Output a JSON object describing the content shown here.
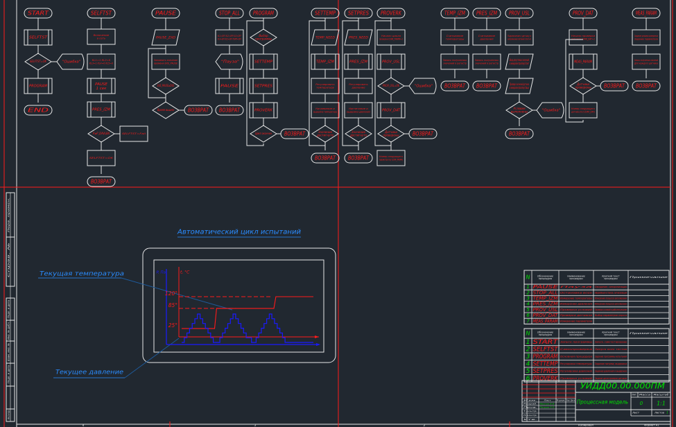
{
  "colors": {
    "background": "#212830",
    "line": "#e8e8e8",
    "red": "#ff1a1a",
    "green": "#00e000",
    "blue": "#1a1aff",
    "cyan_blue": "#2a8cff"
  },
  "flowcharts": [
    {
      "id": "start",
      "title": "START",
      "nodes": [
        {
          "type": "subproc",
          "text": "SELFTST"
        },
        {
          "type": "decision",
          "text": "SELFTST=OK",
          "side": "\"Ошибка\""
        },
        {
          "type": "subproc",
          "text": "PROGRAM"
        },
        {
          "type": "terminal",
          "text": "END"
        }
      ]
    },
    {
      "id": "selftst",
      "title": "SELFTST",
      "nodes": [
        {
          "type": "process",
          "text": "Включение в сеть"
        },
        {
          "type": "process",
          "text": "KL1=1 KL2=0 KL3=1 KL4=0 KL5=0"
        },
        {
          "type": "subproc",
          "text": "PAUSE 1 сек"
        },
        {
          "type": "subproc",
          "text": "PRES_IZM"
        },
        {
          "type": "decision",
          "text": "P≥P_DAVLEN",
          "side": "SELFTST=Fail"
        },
        {
          "type": "process",
          "text": "SELFTST=OK"
        },
        {
          "type": "terminal",
          "text": "ВОЗВРАТ"
        }
      ]
    },
    {
      "id": "pause",
      "title": "PAUSE",
      "nodes": [
        {
          "type": "io",
          "text": "PAUSE_ZAD"
        },
        {
          "type": "process",
          "text": "Запомнить значение времени EXE_PAUSE"
        },
        {
          "type": "decision",
          "text": "EXE_PAUSE≥ZAD"
        },
        {
          "type": "decision",
          "text": "Время вышло",
          "side": "ВОЗВРАТ"
        }
      ]
    },
    {
      "id": "stop_all",
      "title": "STOP_ALL",
      "nodes": [
        {
          "type": "process",
          "text": "KL1=OFF KL2=OFF KL3=OFF KL4=OFF KL5=OFF PUMP=OFF"
        },
        {
          "type": "display",
          "text": "\"Пауза\""
        },
        {
          "type": "subproc",
          "text": "PAUSE"
        },
        {
          "type": "terminal",
          "text": "ВОЗВРАТ"
        }
      ]
    },
    {
      "id": "program",
      "title": "PROGRAM",
      "nodes": [
        {
          "type": "decision",
          "text": "Выбор программы"
        },
        {
          "type": "subproc",
          "text": "SETTEMP",
          "label": "Задание температуры"
        },
        {
          "type": "subproc",
          "text": "SETPRES",
          "label": "Задание давления"
        },
        {
          "type": "subproc",
          "text": "PROVERK",
          "label": "Запуск цикла проверки"
        },
        {
          "type": "decision",
          "text": "Цикл окончен",
          "side": "ВОЗВРАТ"
        }
      ]
    },
    {
      "id": "settemp",
      "title": "SETTEMP",
      "nodes": [
        {
          "type": "io",
          "text": "TEMP_NEED"
        },
        {
          "type": "subproc",
          "text": "TEMP_IZM"
        },
        {
          "type": "process",
          "text": "Регулировать температуру"
        },
        {
          "type": "process",
          "text": "Нагревание и выдержка температуры"
        },
        {
          "type": "decision",
          "text": "Значение достигнуто"
        },
        {
          "type": "terminal",
          "text": "ВОЗВРАТ"
        }
      ]
    },
    {
      "id": "setpres",
      "title": "SETPRES",
      "nodes": [
        {
          "type": "io",
          "text": "PRES_NEED"
        },
        {
          "type": "subproc",
          "text": "PRES_IZM"
        },
        {
          "type": "process",
          "text": "Регулировать давление"
        },
        {
          "type": "process",
          "text": "Нагнетание и выдержка давления"
        },
        {
          "type": "decision",
          "text": "Значение достигнуто"
        },
        {
          "type": "terminal",
          "text": "ВОЗВРАТ"
        }
      ]
    },
    {
      "id": "proverk",
      "title": "PROVERK",
      "nodes": [
        {
          "type": "process",
          "text": "Начало цикла проверки CURR_PARAM=1"
        },
        {
          "type": "subproc",
          "text": "PROV_USL"
        },
        {
          "type": "decision",
          "text": "PROV_USL=OK",
          "side": "\"Ошибка\""
        },
        {
          "type": "subproc",
          "text": "PROV_DAT"
        },
        {
          "type": "decision",
          "text": "Датчики проверены",
          "side": "ВОЗВРАТ"
        },
        {
          "type": "process",
          "text": "Номер следующего параметра inc( CURR_PARAM)"
        }
      ]
    },
    {
      "id": "temp_izm",
      "title": "TEMP_IZM",
      "nodes": [
        {
          "type": "process",
          "text": "Считывание температуры"
        },
        {
          "type": "process",
          "text": "Запись полученных значений в регистр"
        },
        {
          "type": "terminal",
          "text": "ВОЗВРАТ"
        }
      ]
    },
    {
      "id": "pres_izm",
      "title": "PRES_IZM",
      "nodes": [
        {
          "type": "process",
          "text": "Считывание давления"
        },
        {
          "type": "process",
          "text": "Запись полученных значений в регистр"
        },
        {
          "type": "terminal",
          "text": "ВОЗВРАТ"
        }
      ]
    },
    {
      "id": "prov_usl",
      "title": "PROV_USL",
      "nodes": [
        {
          "type": "process",
          "text": "Подключение к датчику и напряжению питания Uпит=0"
        },
        {
          "type": "io",
          "text": "Ввод допустимых значений в микроконтроллер Uпит"
        },
        {
          "type": "io",
          "text": "Проверка значений датчика в микроконтроллер Uвых"
        },
        {
          "type": "decision",
          "text": "Условия выполнены",
          "side": "\"Ошибка\""
        },
        {
          "type": "terminal",
          "text": "ВОЗВРАТ"
        }
      ]
    },
    {
      "id": "prov_dat",
      "title": "PROV_DAT",
      "nodes": [
        {
          "type": "process",
          "text": "Начало проверки датчиков CURR_DAT=1"
        },
        {
          "type": "subproc",
          "text": "MEAS_PARAM"
        },
        {
          "type": "decision",
          "text": "Датчики проверены",
          "side": "ВОЗВРАТ"
        },
        {
          "type": "process",
          "text": "Номер следующего датчика inc( CURR_DAT)"
        }
      ]
    },
    {
      "id": "meas_param",
      "title": "MEAS_PARAM",
      "nodes": [
        {
          "type": "process",
          "text": "Задание режима измерения Задание параметров"
        },
        {
          "type": "process",
          "text": "Запись полученных значений Для каждого датчика"
        },
        {
          "type": "terminal",
          "text": "ВОЗВРАТ"
        }
      ]
    }
  ],
  "cycle": {
    "title": "Автоматический цикл испытаний",
    "callout_temperature": "Текущая температура",
    "callout_pressure": "Текущее давление"
  },
  "chart_data": {
    "type": "line",
    "title": "Автоматический цикл испытаний",
    "ylabel_pressure": "P, Па",
    "ylabel_temperature": "t, °C",
    "yticks": [
      "120°",
      "85°",
      "25°"
    ],
    "ylim": [
      0,
      140
    ],
    "series": [
      {
        "name": "Текущая температура",
        "color": "#ff1a1a",
        "x": [
          0,
          10,
          10.6,
          28,
          28.6,
          40
        ],
        "y": [
          25,
          25,
          85,
          85,
          120,
          120
        ]
      },
      {
        "name": "Текущее давление",
        "color": "#1a1aff",
        "x": [
          0,
          0.8,
          0.8,
          1.6,
          1.6,
          2.4,
          2.4,
          3.2,
          3.2,
          4.0,
          4.0,
          4.8,
          4.8,
          5.6,
          5.6,
          6.4,
          6.4,
          7.2,
          7.2,
          8.0,
          8.0,
          8.8,
          8.8,
          9.6,
          9.6,
          11.6,
          11.6,
          12.4,
          12.4,
          13.2,
          13.2,
          14.0,
          14.0,
          14.8,
          14.8,
          15.6,
          15.6,
          16.4,
          16.4,
          17.2,
          17.2,
          18.0,
          18.0,
          18.8,
          18.8,
          19.6,
          19.6,
          21.2,
          21.2,
          22.6,
          22.6,
          23.4,
          23.4,
          24.2,
          24.2,
          25.0,
          25.0,
          25.8,
          25.8,
          26.6,
          26.6,
          27.4,
          27.4,
          28.2,
          28.2,
          29.0,
          29.0,
          29.8,
          29.8,
          30.6,
          30.6,
          31.4,
          31.4,
          32.2,
          32.2,
          33.0,
          33.0,
          33.8,
          33.8,
          34.6,
          34.6,
          35.4,
          35.4,
          36.2,
          36.2,
          37.0,
          37.0,
          37.8,
          37.8,
          38.6,
          38.6,
          40
        ],
        "y": [
          10,
          10,
          20,
          20,
          30,
          30,
          40,
          40,
          50,
          50,
          60,
          60,
          70,
          70,
          60,
          60,
          50,
          50,
          40,
          40,
          30,
          30,
          20,
          20,
          10,
          10,
          20,
          20,
          30,
          30,
          40,
          40,
          50,
          50,
          60,
          60,
          70,
          70,
          60,
          60,
          50,
          50,
          40,
          40,
          30,
          30,
          20,
          20,
          10,
          10,
          20,
          20,
          30,
          30,
          40,
          40,
          50,
          50,
          60,
          60,
          70,
          70,
          60,
          60,
          50,
          50,
          40,
          40,
          30,
          30,
          20,
          20,
          10,
          10,
          10,
          10,
          10,
          10,
          10,
          10,
          10,
          10,
          10,
          10,
          10,
          10,
          10,
          10,
          10,
          10,
          10,
          10
        ]
      }
    ]
  },
  "table1": {
    "headers": [
      "N",
      "Обозначение процедуры",
      "Наименование процедуры",
      "Краткий текст процедуры",
      "Примечание"
    ],
    "rows": [
      [
        "1",
        "PAUSE",
        "Пауза",
        "Ожидание, синхронизация"
      ],
      [
        "2",
        "STOP_ALL",
        "Остановка всех",
        "Аварийный останов, сигнализация"
      ],
      [
        "3",
        "TEMP_IZM",
        "Измерение температуры",
        "Измерение процесса регулировки"
      ],
      [
        "4",
        "PRES_IZM",
        "Измерение давления",
        "Измерение процесса регулировки"
      ],
      [
        "5",
        "PROV_USL",
        "Проверка условий",
        "Проверка условий в рабочем режиме"
      ],
      [
        "6",
        "PROV_DAT",
        "Проверка датчиков",
        "Выбор параметров опроса"
      ],
      [
        "7",
        "MEAS_PARAM",
        "Измерение параметров",
        ""
      ]
    ]
  },
  "table2": {
    "headers": [
      "N",
      "Обозначение процедуры",
      "Наименование процедуры",
      "Краткий текст процедуры",
      "Примечание"
    ],
    "rows": [
      [
        "1",
        "START",
        "Запуск программы",
        "Запуск, самотестирование"
      ],
      [
        "2",
        "SELFTST",
        "Самопроверка",
        "Запуск всех тестов"
      ],
      [
        "3",
        "PROGRAM",
        "Основная процедура",
        "Задание программы испытаний"
      ],
      [
        "4",
        "SETTEMP",
        "Регулировка температуры",
        "Задание нагрева, выдержка"
      ],
      [
        "5",
        "SETPRES",
        "Регулировка давления",
        "Задание давления и выдержка"
      ],
      [
        "6",
        "PROVERK",
        "Проверка условий",
        "Задание цикла проверки датчиков"
      ]
    ]
  },
  "title_block": {
    "code": "УИДД00.00.000ПМ",
    "name": "Процессная модель",
    "lit_label": "Лит.",
    "mass_label": "Масса",
    "scale_label": "Масштаб",
    "mass": "0",
    "scale": "1:1",
    "sheet_label": "Лист",
    "sheets_label": "Листов",
    "sheets": "1",
    "rows": [
      {
        "label": "Изм.",
        "v1": "Лист",
        "v2": "№ докум.",
        "v3": "Подп.",
        "v4": "Дата"
      },
      {
        "label": "Разраб.",
        "v1": "Иванов И.И."
      },
      {
        "label": "Пров.",
        "v1": "Петров П.П."
      },
      {
        "label": "Т.контр.",
        "v1": ""
      },
      {
        "label": "Н.контр.",
        "v1": ""
      },
      {
        "label": "Утв.",
        "v1": ""
      }
    ],
    "copied": "Копировал",
    "format": "Формат А1"
  },
  "border_zones": {
    "bottom": [
      "4",
      "3",
      "2"
    ],
    "side": [
      "В",
      "А",
      "Б"
    ]
  },
  "side_stamp": [
    "Перв. примен.",
    "Справ. №",
    "Подп. и дата",
    "Инв. № дубл.",
    "Взам. инв. №",
    "Подп. и дата",
    "Инв. № подл."
  ]
}
